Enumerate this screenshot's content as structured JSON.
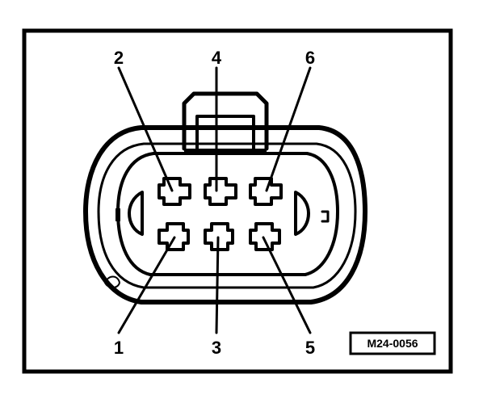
{
  "figure": {
    "reference_code": "M24-0056"
  },
  "pins": [
    {
      "number": "1"
    },
    {
      "number": "2"
    },
    {
      "number": "3"
    },
    {
      "number": "4"
    },
    {
      "number": "5"
    },
    {
      "number": "6"
    }
  ]
}
